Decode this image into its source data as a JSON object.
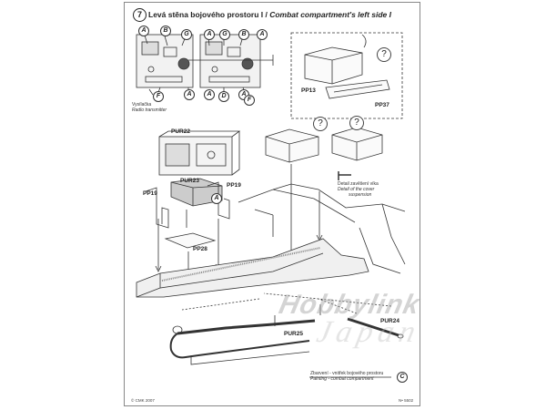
{
  "header": {
    "step_number": "7",
    "title_cz": "Levá stěna bojového prostoru I / ",
    "title_en": "Combat compartment's left side I"
  },
  "callouts": {
    "A": "A",
    "B": "B",
    "G": "G",
    "D": "D",
    "F": "F",
    "C": "C"
  },
  "radio": {
    "label_cz": "Vysílačka",
    "label_en": "Radio transmitter"
  },
  "parts": {
    "pp13": "PP13",
    "pp37": "PP37",
    "pur22": "PUR22",
    "pur23": "PUR23",
    "pp19_left": "PP19",
    "pp19_right": "PP19",
    "pp28": "PP28",
    "pur24": "PUR24",
    "pur25": "PUR25"
  },
  "question_mark": "?",
  "cover_detail": {
    "line1": "Detail zavěšení víka",
    "line2": "Detail of the cover",
    "line3": "suspension"
  },
  "painting": {
    "line1": "Zbarvení - vnitřek bojového prostoru",
    "line2": "Painting - combat compartment"
  },
  "footer": {
    "copyright": "© CMK 2007",
    "sheet_code": "N• 5502"
  },
  "watermark": {
    "line1": "Hobbylink",
    "line2": "Japan"
  }
}
